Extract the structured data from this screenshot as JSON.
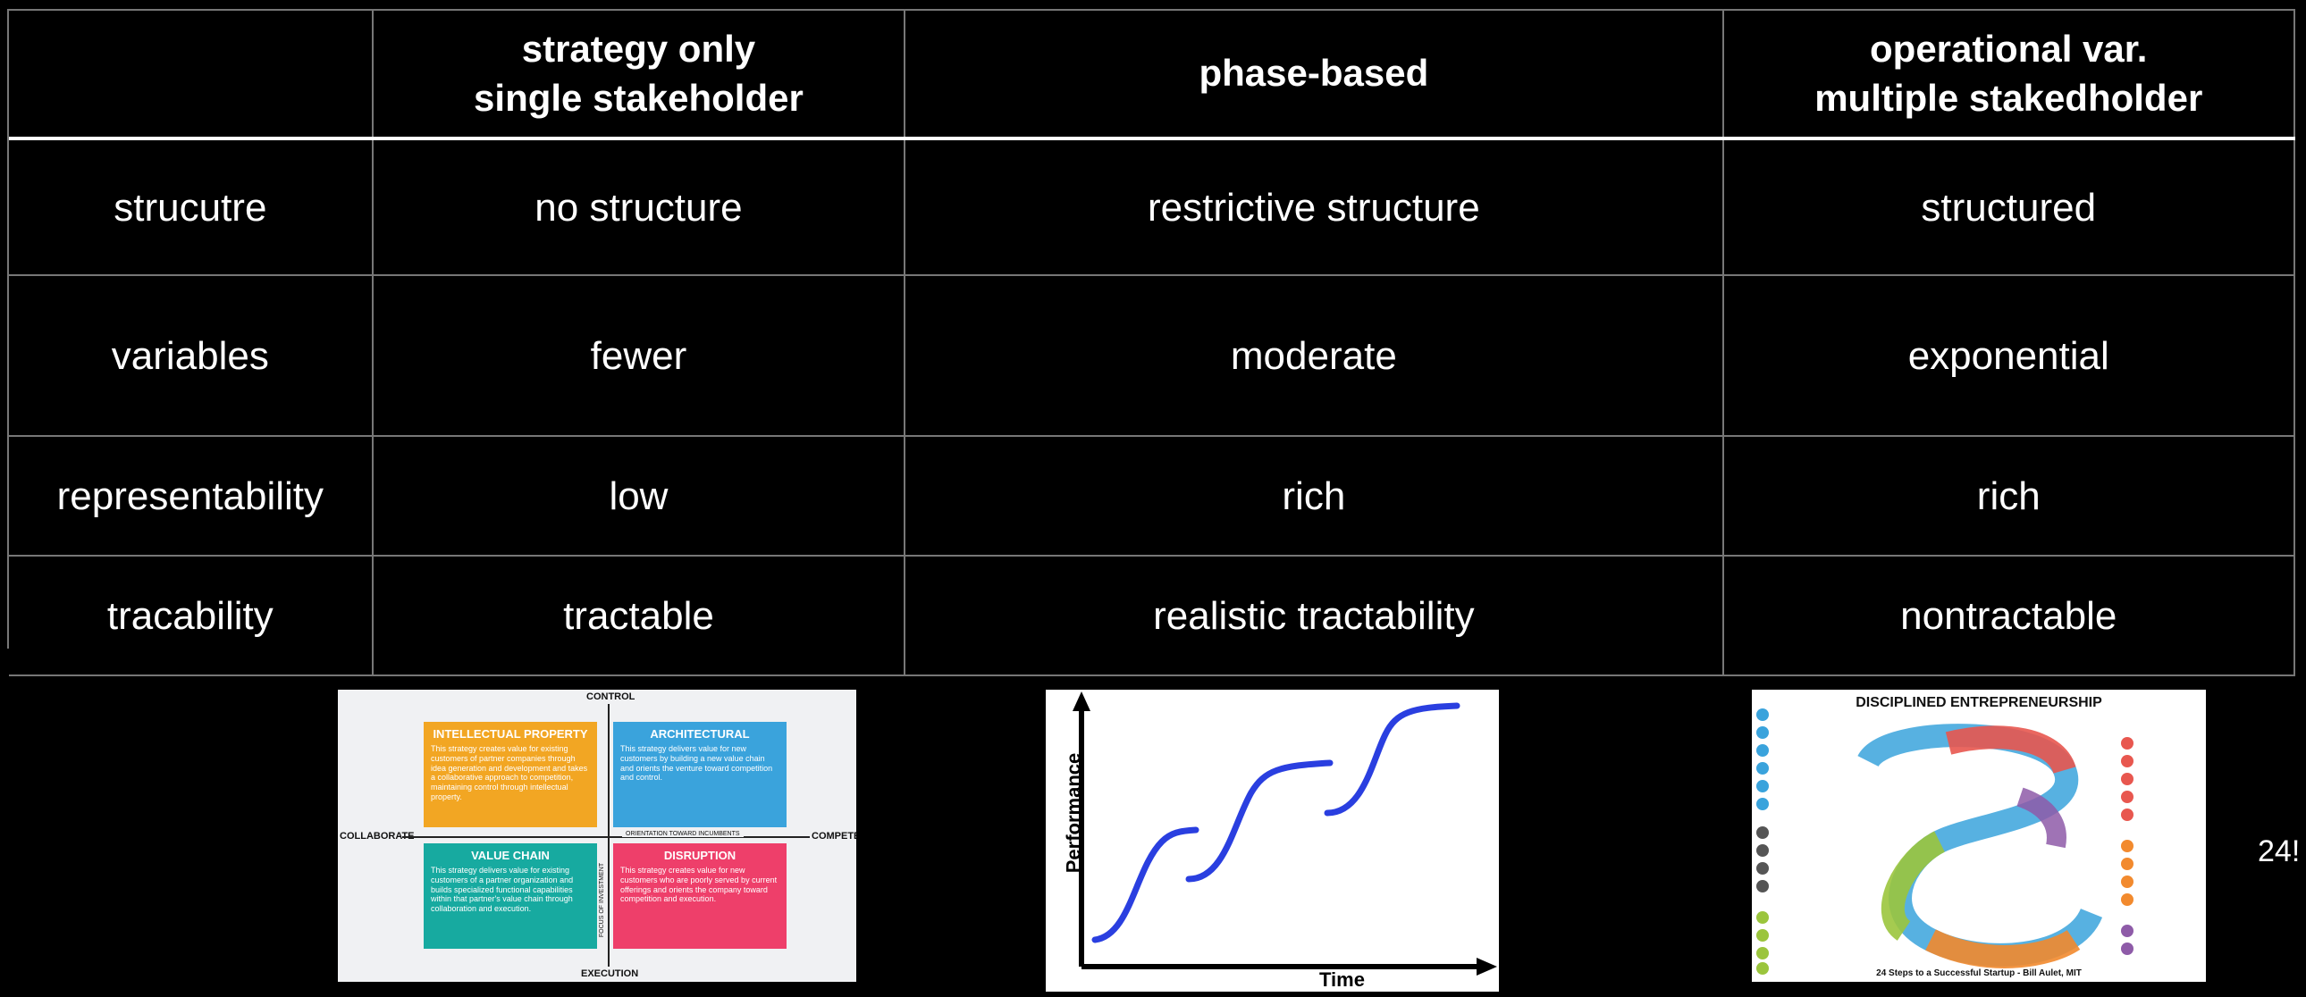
{
  "table": {
    "headers": [
      "",
      "strategy only\nsingle stakeholder",
      "phase-based",
      "operational var.\nmultiple stakedholder"
    ],
    "rows": [
      [
        "strucutre",
        "no structure",
        "restrictive structure",
        "structured"
      ],
      [
        "variables",
        "fewer",
        "moderate",
        "exponential"
      ],
      [
        "representability",
        "low",
        "rich",
        "rich"
      ],
      [
        "tracability",
        "tractable",
        "realistic tractability",
        "nontractable"
      ]
    ]
  },
  "quadrant": {
    "top": "CONTROL",
    "bottom": "EXECUTION",
    "left": "COLLABORATE",
    "right": "COMPETE",
    "h_axis": "ORIENTATION TOWARD INCUMBENTS",
    "v_axis": "FOCUS OF INVESTMENT",
    "boxes": [
      {
        "title": "INTELLECTUAL PROPERTY",
        "text": "This strategy creates value for existing customers of partner companies through idea generation and development and takes a collaborative approach to competition, maintaining control through intellectual property.",
        "color": "#f2a623"
      },
      {
        "title": "ARCHITECTURAL",
        "text": "This strategy delivers value for new customers by building a new value chain and orients the venture toward competition and control.",
        "color": "#3aa3dc"
      },
      {
        "title": "VALUE CHAIN",
        "text": "This strategy delivers value for existing customers of a partner organization and builds specialized functional capabilities within that partner's value chain through collaboration and execution.",
        "color": "#17aaa0"
      },
      {
        "title": "DISRUPTION",
        "text": "This strategy creates value for new customers who are poorly served by current offerings and orients the company toward competition and execution.",
        "color": "#ee3f6a"
      }
    ]
  },
  "scurve": {
    "y_label": "Performance",
    "x_label": "Time",
    "curve_color": "#2a3fe0"
  },
  "entrepreneurship": {
    "title": "DISCIPLINED ENTREPRENEURSHIP",
    "footer": "24 Steps to a Successful Startup - Bill Aulet, MIT"
  },
  "page_number": "24!"
}
